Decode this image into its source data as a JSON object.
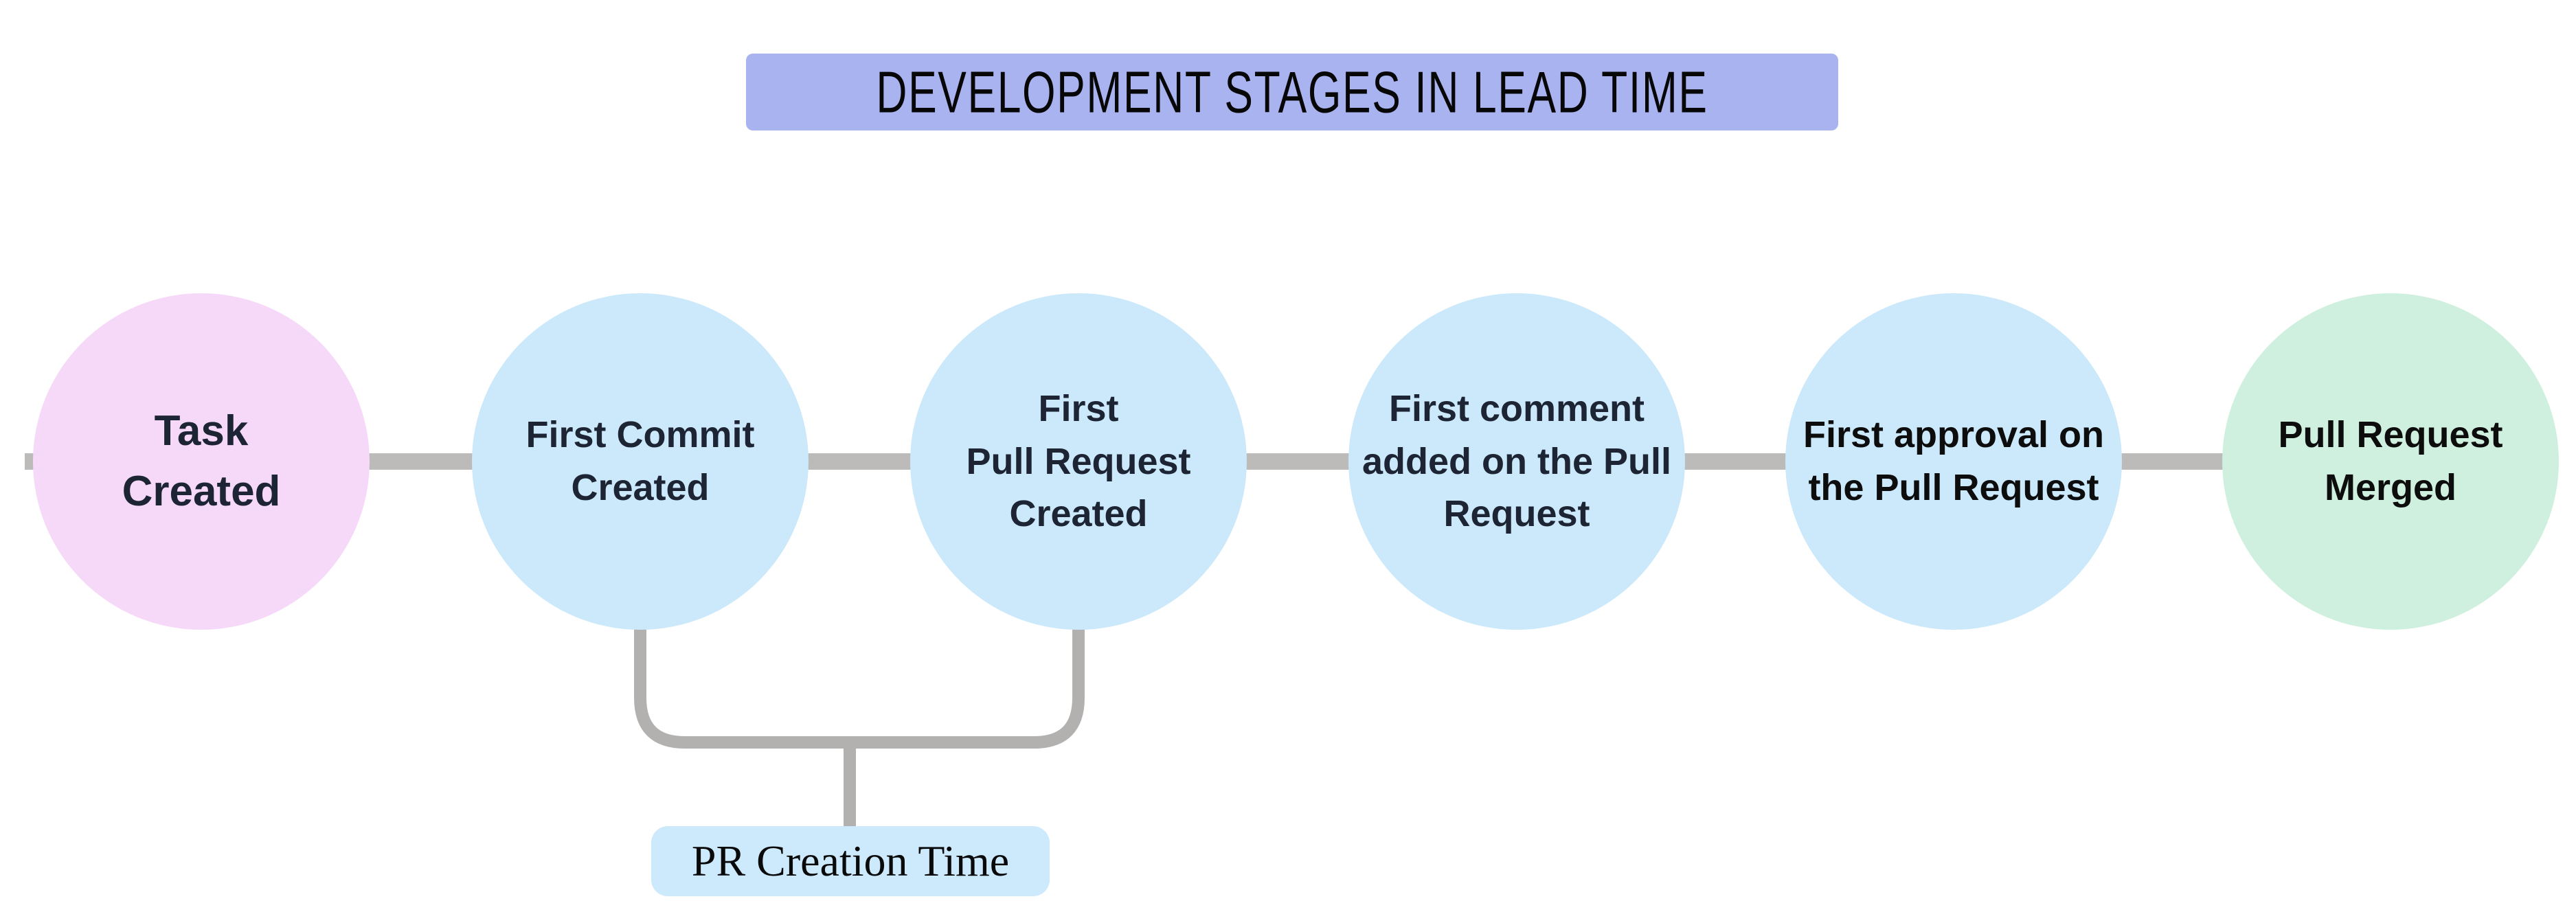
{
  "title": {
    "text": "DEVELOPMENT STAGES IN LEAD TIME",
    "bg_color": "#a8b3ef",
    "text_color": "#070707"
  },
  "nodes": [
    {
      "label": "Task\nCreated",
      "fill": "#f6d9f8",
      "text_color": "#1d2433"
    },
    {
      "label": "First Commit\nCreated",
      "fill": "#cbe9fb",
      "text_color": "#1d2433"
    },
    {
      "label": "First\nPull Request\nCreated",
      "fill": "#cbe9fb",
      "text_color": "#1d2433"
    },
    {
      "label": "First comment\nadded on the Pull\nRequest",
      "fill": "#cbe9fb",
      "text_color": "#1d2433"
    },
    {
      "label": "First approval on\nthe Pull Request",
      "fill": "#cbe9fb",
      "text_color": "#0d0d0d"
    },
    {
      "label": "Pull Request\nMerged",
      "fill": "#cff0de",
      "text_color": "#0d0d0d"
    }
  ],
  "connector": {
    "color": "#bdbaba"
  },
  "bracket": {
    "color": "#b3b0b0",
    "label": {
      "text": "PR Creation Time",
      "bg_color": "#cde9fc",
      "text_color": "#0a0a0a"
    }
  }
}
